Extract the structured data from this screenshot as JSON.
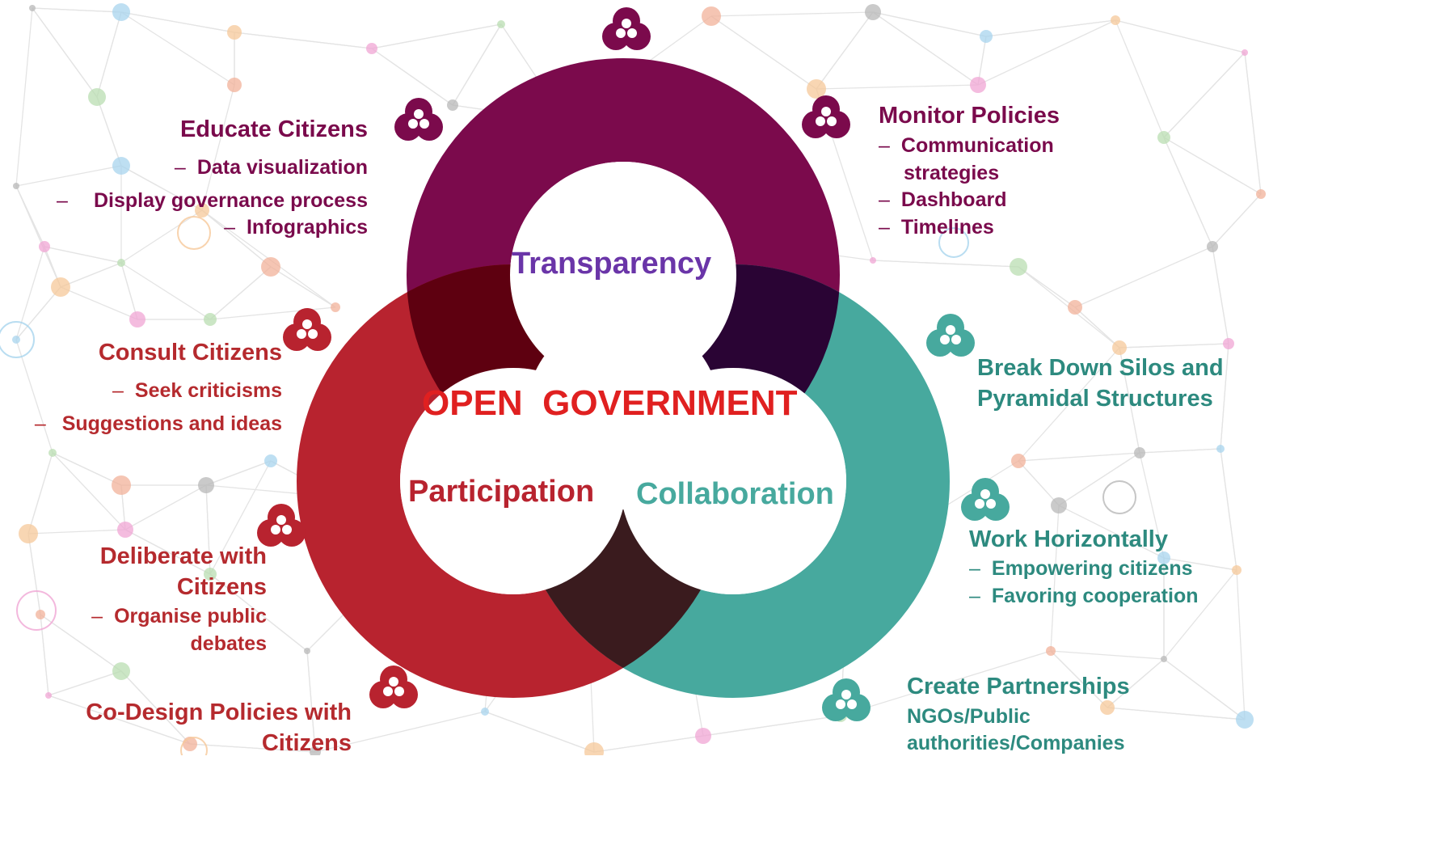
{
  "center_title": "OPEN  GOVERNMENT",
  "rings": {
    "transparency": "Transparency",
    "participation": "Participation",
    "collaboration": "Collaboration"
  },
  "colors": {
    "transparency": "#7b0a4c",
    "participation": "#b8232f",
    "collaboration": "#47a99e",
    "center_title": "#e02020",
    "transparency_label": "#6a35a8"
  },
  "icon": "trefoil-logo-icon",
  "blocks": {
    "educate": {
      "title": "Educate Citizens",
      "items": [
        "Data visualization",
        "Display governance process",
        "Infographics"
      ]
    },
    "monitor": {
      "title": "Monitor Policies",
      "items": [
        "Communication",
        "strategies",
        "Dashboard",
        "Timelines"
      ]
    },
    "consult": {
      "title": "Consult Citizens",
      "items": [
        "Seek criticisms",
        "Suggestions and ideas"
      ]
    },
    "deliberate": {
      "title_line1": "Deliberate with",
      "title_line2": "Citizens",
      "items": [
        "Organise public",
        "debates"
      ]
    },
    "codesign": {
      "title_line1": "Co-Design Policies with",
      "title_line2": "Citizens"
    },
    "silos": {
      "title_line1": "Break Down Silos and",
      "title_line2": "Pyramidal Structures"
    },
    "horizontal": {
      "title": "Work Horizontally",
      "items": [
        "Empowering citizens",
        "Favoring cooperation"
      ]
    },
    "partnerships": {
      "title": "Create Partnerships",
      "items": [
        "NGOs/Public",
        "authorities/Companies"
      ]
    }
  }
}
